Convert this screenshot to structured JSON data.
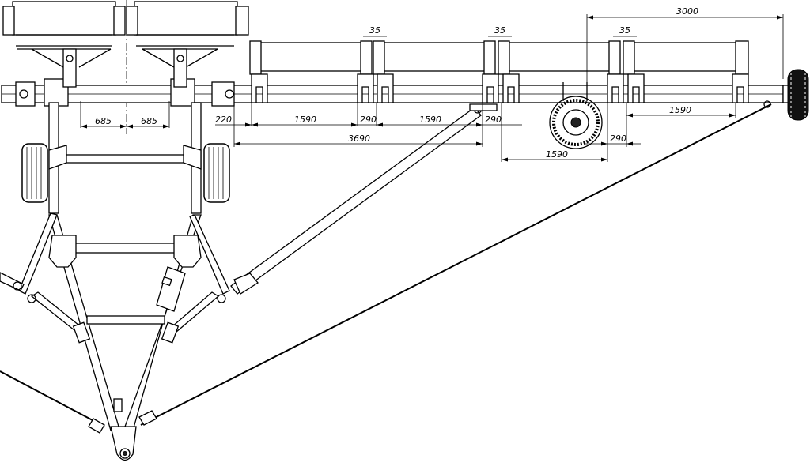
{
  "dimensions": {
    "top_right": "3000",
    "gap_a": "35",
    "gap_b": "35",
    "gap_c": "35",
    "left_inner_a": "685",
    "left_inner_b": "685",
    "offset_220": "220",
    "span_1": "1590",
    "gap_290_a": "290",
    "span_2": "1590",
    "gap_290_b": "290",
    "span_right": "1590",
    "total_3690": "3690",
    "wheel_gap_290": "290",
    "wheel_span_1590": "1590"
  },
  "colors": {
    "line": "#000000",
    "background": "#ffffff"
  }
}
